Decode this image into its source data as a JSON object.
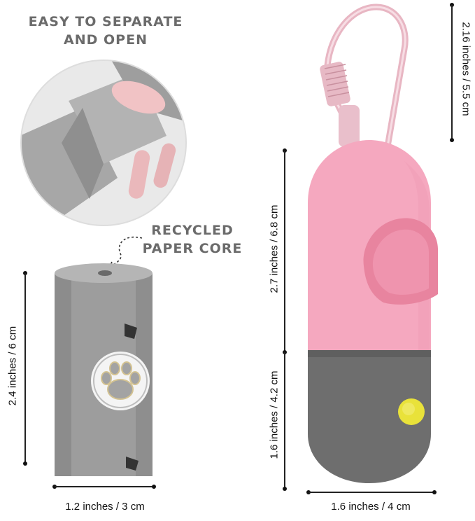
{
  "labels": {
    "easy_line1": "EASY TO SEPARATE",
    "easy_line2": "AND OPEN",
    "recycled_line1": "RECYCLED",
    "recycled_line2": "PAPER CORE"
  },
  "dimensions": {
    "roll_height": "2.4 inches / 6 cm",
    "roll_width": "1.2 inches / 3 cm",
    "carabiner_height": "2.16 inches / 5.5 cm",
    "top_height": "2.7 inches / 6.8 cm",
    "bottom_height": "1.6 inches / 4.2 cm",
    "dispenser_width": "1.6 inches / 4 cm"
  },
  "colors": {
    "dispenser_pink": "#f5a8bf",
    "dispenser_gray": "#6e6e6e",
    "button_yellow": "#e9e23a",
    "bag_gray": "#9a9a9a",
    "heading_gray": "#6b6b6b"
  }
}
